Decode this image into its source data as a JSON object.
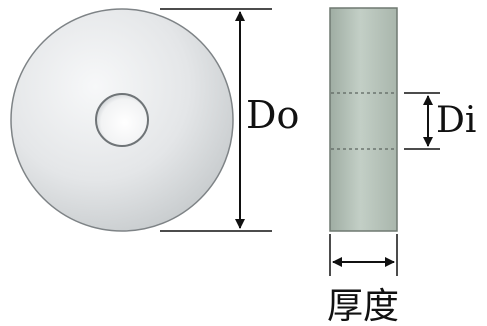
{
  "labels": {
    "outer_diameter": "Do",
    "inner_diameter": "Di",
    "thickness": "厚度"
  },
  "colors": {
    "disc_face": "#e9ebed",
    "disc_edge": "#7e8386",
    "hole_fill": "#ffffff",
    "side_fill": "#b5c1b8",
    "side_edge": "#6f7871",
    "dimension_line": "#111111",
    "hidden_line": "#5c655f"
  }
}
